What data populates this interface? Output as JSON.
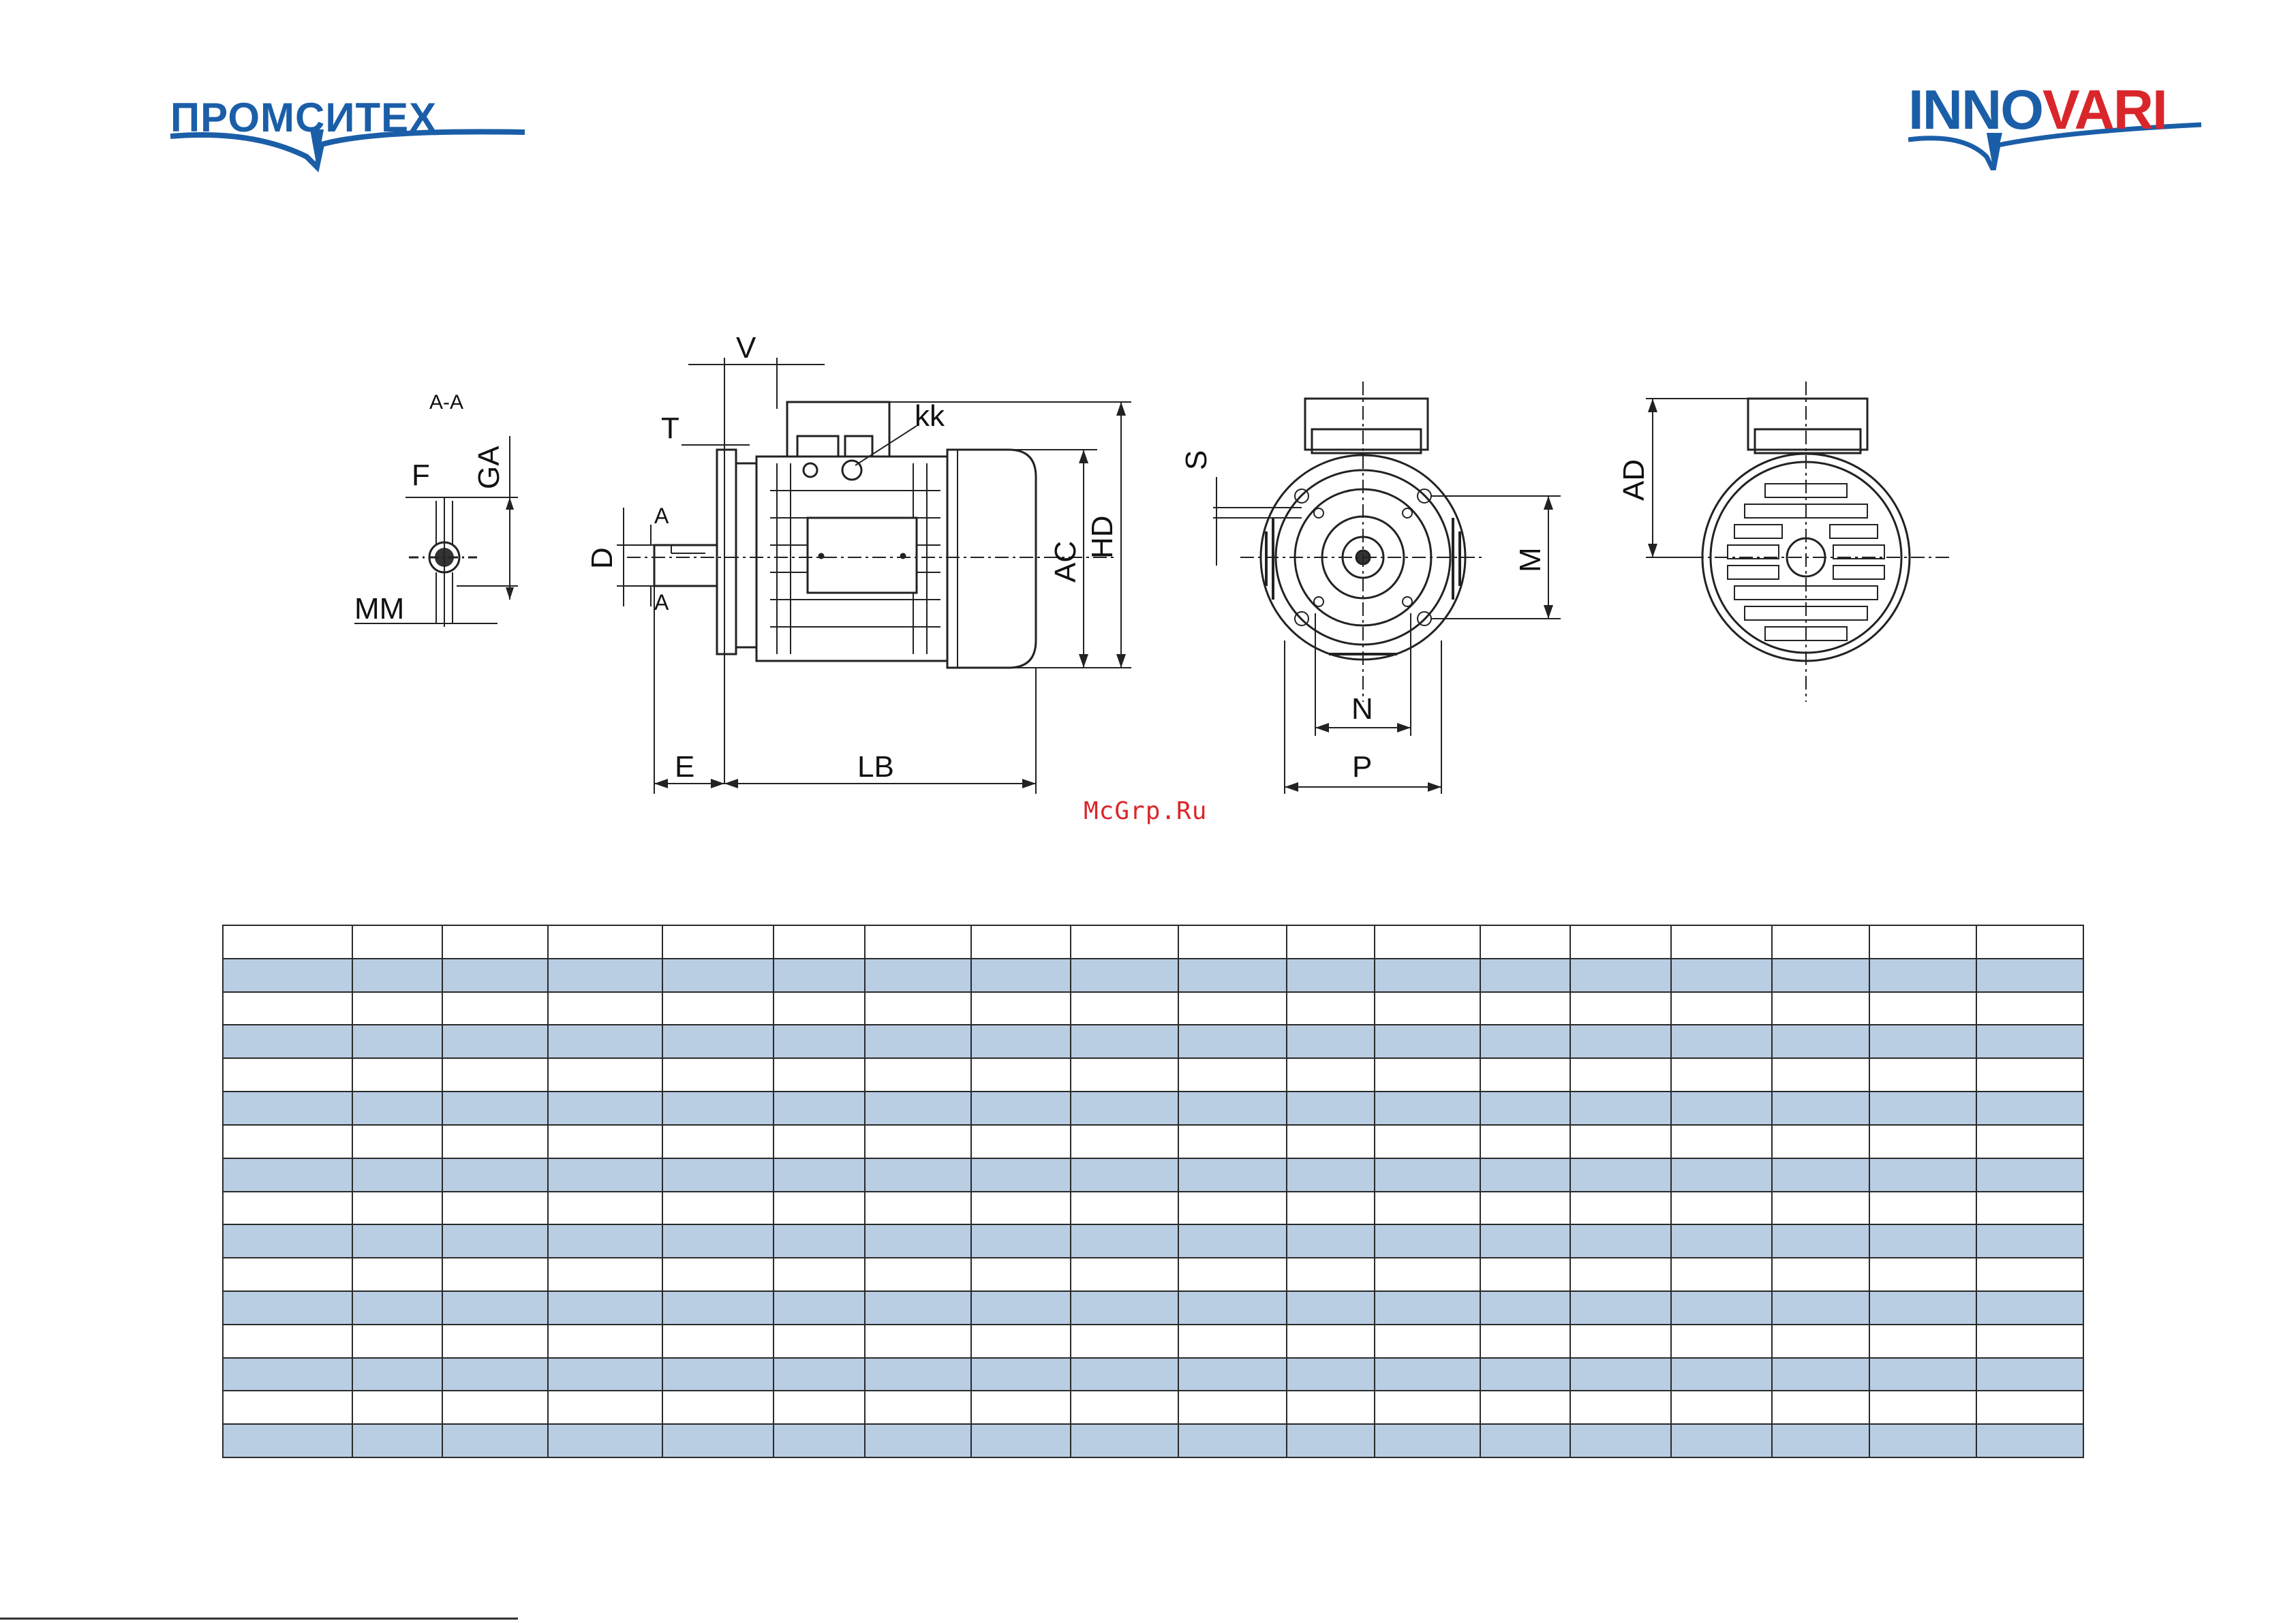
{
  "logos": {
    "left": {
      "text": "ПРОМСИТЕХ",
      "color": "#1b5ea8"
    },
    "right": {
      "text_a": "INNO",
      "text_b": "VARI",
      "color_a": "#1b5ea8",
      "color_b": "#d9262b"
    }
  },
  "drawing": {
    "section_label": "A-A",
    "shaft_section": {
      "labels": [
        "F",
        "GA",
        "MM"
      ]
    },
    "side_view": {
      "labels": {
        "V": "V",
        "T": "T",
        "kk": "kk",
        "D": "D",
        "A_top": "A",
        "A_bottom": "A",
        "AC": "AC",
        "HD": "HD",
        "E": "E",
        "LB": "LB"
      }
    },
    "front_view": {
      "labels": {
        "S": "S",
        "M": "M",
        "N": "N",
        "P": "P"
      }
    },
    "rear_view": {
      "labels": {
        "AD": "AD"
      }
    }
  },
  "watermark": "McGrp.Ru",
  "table": {
    "columns": 18,
    "rows": [
      {
        "shade": false,
        "cells": [
          "",
          "",
          "",
          "",
          "",
          "",
          "",
          "",
          "",
          "",
          "",
          "",
          "",
          "",
          "",
          "",
          "",
          ""
        ]
      },
      {
        "shade": true,
        "cells": [
          "",
          "",
          "",
          "",
          "",
          "",
          "",
          "",
          "",
          "",
          "",
          "",
          "",
          "",
          "",
          "",
          "",
          ""
        ]
      },
      {
        "shade": false,
        "cells": [
          "",
          "",
          "",
          "",
          "",
          "",
          "",
          "",
          "",
          "",
          "",
          "",
          "",
          "",
          "",
          "",
          "",
          ""
        ]
      },
      {
        "shade": true,
        "cells": [
          "",
          "",
          "",
          "",
          "",
          "",
          "",
          "",
          "",
          "",
          "",
          "",
          "",
          "",
          "",
          "",
          "",
          ""
        ]
      },
      {
        "shade": false,
        "cells": [
          "",
          "",
          "",
          "",
          "",
          "",
          "",
          "",
          "",
          "",
          "",
          "",
          "",
          "",
          "",
          "",
          "",
          ""
        ]
      },
      {
        "shade": true,
        "cells": [
          "",
          "",
          "",
          "",
          "",
          "",
          "",
          "",
          "",
          "",
          "",
          "",
          "",
          "",
          "",
          "",
          "",
          ""
        ]
      },
      {
        "shade": false,
        "cells": [
          "",
          "",
          "",
          "",
          "",
          "",
          "",
          "",
          "",
          "",
          "",
          "",
          "",
          "",
          "",
          "",
          "",
          ""
        ]
      },
      {
        "shade": true,
        "cells": [
          "",
          "",
          "",
          "",
          "",
          "",
          "",
          "",
          "",
          "",
          "",
          "",
          "",
          "",
          "",
          "",
          "",
          ""
        ]
      },
      {
        "shade": false,
        "cells": [
          "",
          "",
          "",
          "",
          "",
          "",
          "",
          "",
          "",
          "",
          "",
          "",
          "",
          "",
          "",
          "",
          "",
          ""
        ]
      },
      {
        "shade": true,
        "cells": [
          "",
          "",
          "",
          "",
          "",
          "",
          "",
          "",
          "",
          "",
          "",
          "",
          "",
          "",
          "",
          "",
          "",
          ""
        ]
      },
      {
        "shade": false,
        "cells": [
          "",
          "",
          "",
          "",
          "",
          "",
          "",
          "",
          "",
          "",
          "",
          "",
          "",
          "",
          "",
          "",
          "",
          ""
        ]
      },
      {
        "shade": true,
        "cells": [
          "",
          "",
          "",
          "",
          "",
          "",
          "",
          "",
          "",
          "",
          "",
          "",
          "",
          "",
          "",
          "",
          "",
          ""
        ]
      },
      {
        "shade": false,
        "cells": [
          "",
          "",
          "",
          "",
          "",
          "",
          "",
          "",
          "",
          "",
          "",
          "",
          "",
          "",
          "",
          "",
          "",
          ""
        ]
      },
      {
        "shade": true,
        "cells": [
          "",
          "",
          "",
          "",
          "",
          "",
          "",
          "",
          "",
          "",
          "",
          "",
          "",
          "",
          "",
          "",
          "",
          ""
        ]
      },
      {
        "shade": false,
        "cells": [
          "",
          "",
          "",
          "",
          "",
          "",
          "",
          "",
          "",
          "",
          "",
          "",
          "",
          "",
          "",
          "",
          "",
          ""
        ]
      },
      {
        "shade": true,
        "cells": [
          "",
          "",
          "",
          "",
          "",
          "",
          "",
          "",
          "",
          "",
          "",
          "",
          "",
          "",
          "",
          "",
          "",
          ""
        ]
      }
    ],
    "shade_color": "#b9cde3"
  }
}
